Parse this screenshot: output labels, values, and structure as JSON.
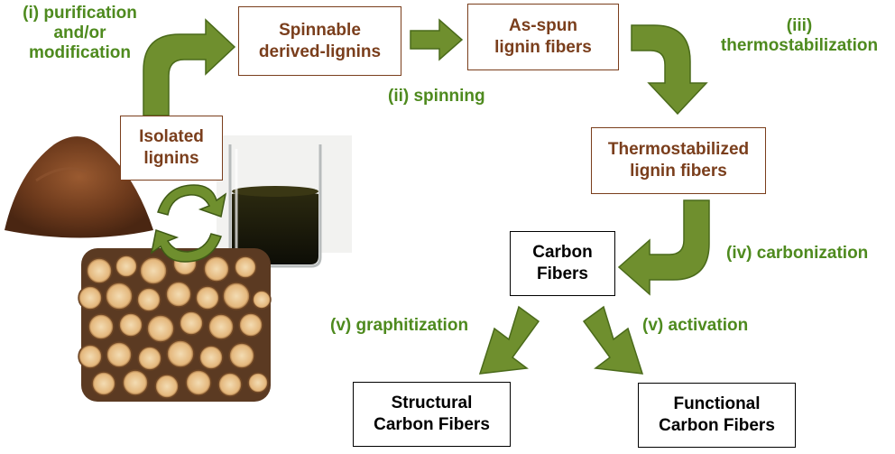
{
  "boxes": {
    "isolated": "Isolated\nlignins",
    "spinnable": "Spinnable\nderived-lignins",
    "asspun": "As-spun\nlignin fibers",
    "thermostab": "Thermostabilized\nlignin fibers",
    "carbon": "Carbon\nFibers",
    "structural": "Structural\nCarbon Fibers",
    "functional": "Functional\nCarbon Fibers"
  },
  "steps": {
    "purification": "(i) purification\nand/or\nmodification",
    "spinning": "(ii) spinning",
    "thermostabilization": "(iii)\nthermostabilization",
    "carbonization": "(iv) carbonization",
    "graphitization": "(v) graphitization",
    "activation": "(v) activation"
  },
  "colors": {
    "arrow_green": "#6f8f2e",
    "lignin_brown": "#7a3e1c",
    "label_green": "#4e8a1e"
  }
}
